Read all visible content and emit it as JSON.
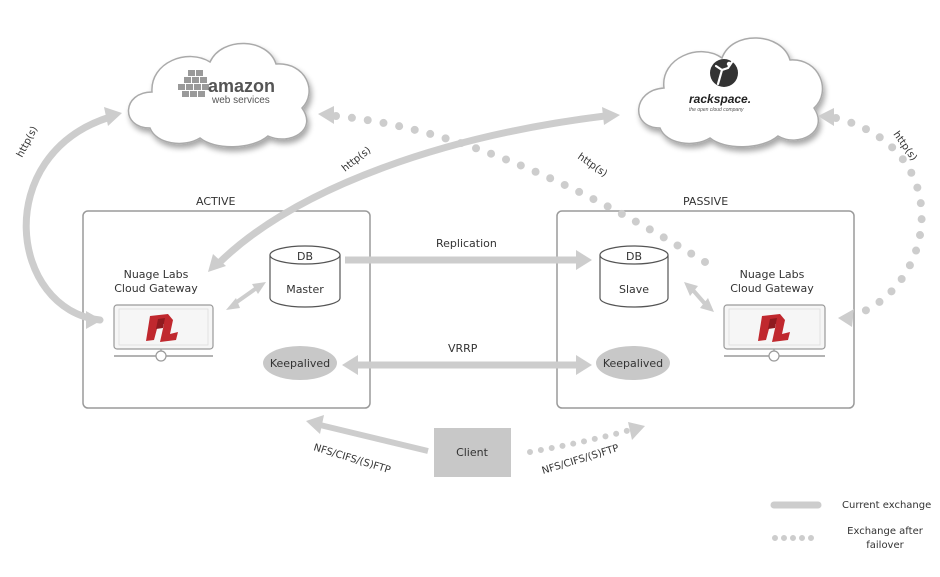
{
  "colors": {
    "arrow": "#cdcdcd",
    "box_border": "#9a9a9a",
    "logo_red": "#c0282e",
    "text": "#333333"
  },
  "clouds": {
    "amazon": {
      "line1": "amazon",
      "line2": "web services",
      "icon": "aws-cubes-icon"
    },
    "rackspace": {
      "line1": "rackspace.",
      "tagline": "the open cloud company",
      "icon": "rackspace-figure-icon"
    }
  },
  "sites": {
    "active": {
      "label": "ACTIVE",
      "gateway_line1": "Nuage Labs",
      "gateway_line2": "Cloud Gateway",
      "db_top": "DB",
      "db_role": "Master",
      "keepalived": "Keepalived"
    },
    "passive": {
      "label": "PASSIVE",
      "gateway_line1": "Nuage Labs",
      "gateway_line2": "Cloud Gateway",
      "db_top": "DB",
      "db_role": "Slave",
      "keepalived": "Keepalived"
    }
  },
  "edges": {
    "http_left": "http(s)",
    "http_mid": "http(s)",
    "http_mid2": "http(s)",
    "http_right": "http(s)",
    "replication": "Replication",
    "vrrp": "VRRP",
    "nfs_left": "NFS/CIFS/(S)FTP",
    "nfs_right": "NFS/CIFS/(S)FTP"
  },
  "client": {
    "label": "Client"
  },
  "legend": {
    "current": "Current exchange",
    "failover_line1": "Exchange after",
    "failover_line2": "failover"
  }
}
